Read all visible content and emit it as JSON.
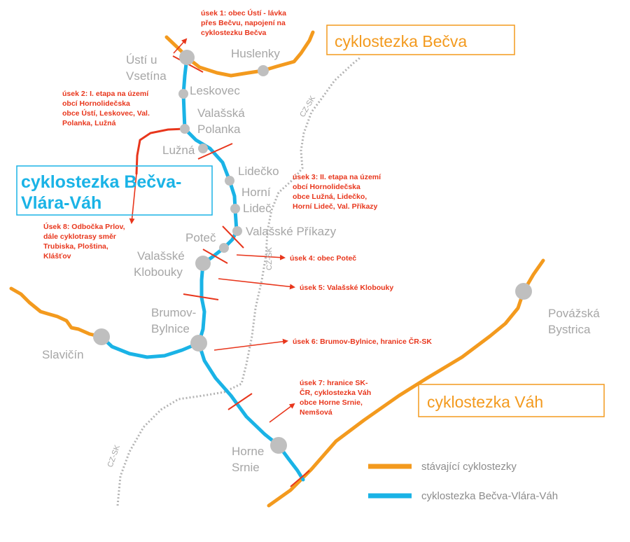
{
  "colors": {
    "existing": "#f39a1e",
    "route": "#1ab3e6",
    "annotation": "#e8361c",
    "town": "#a6a6a6",
    "town_dot": "#bfbfbf",
    "border": "#b3b3b3"
  },
  "boxes": {
    "becva": "cyklostezka Bečva",
    "vah": "cyklostezka Váh",
    "bvv_line1": "cyklostezka Bečva-",
    "bvv_line2": "Vlára-Váh"
  },
  "towns": {
    "usti_1": "Ústí u",
    "usti_2": "Vsetína",
    "huslenky": "Huslenky",
    "leskovec": "Leskovec",
    "polanka_1": "Valašská",
    "polanka_2": "Polanka",
    "luzna": "Lužná",
    "lidecko": "Lidečko",
    "horni_1": "Horní",
    "horni_2": "Lideč",
    "prikazy": "Valašské Příkazy",
    "potec": "Poteč",
    "klobouky_1": "Valašské",
    "klobouky_2": "Klobouky",
    "brumov_1": "Brumov-",
    "brumov_2": "Bylnice",
    "slavicin": "Slavičín",
    "povazska_1": "Povážská",
    "povazska_2": "Bystrica",
    "srnie_1": "Horne",
    "srnie_2": "Srnie"
  },
  "border_label": "CZ-SK",
  "sections": {
    "s1": [
      "úsek 1: obec Ústí - lávka",
      "přes Bečvu, napojení na",
      "cyklostezku Bečva"
    ],
    "s2": [
      "úsek 2: I. etapa na území",
      "obcí Hornolidečska",
      "obce Ústí, Leskovec, Val.",
      "Polanka, Lužná"
    ],
    "s3": [
      "úsek 3: II. etapa na území",
      "obcí Hornolidečska",
      "obce Lužná, Lidečko,",
      "Horní Lideč, Val. Příkazy"
    ],
    "s4": "úsek 4: obec Poteč",
    "s5": "úsek 5: Valašské Klobouky",
    "s6": "úsek 6: Brumov-Bylnice, hranice ČR-SK",
    "s7": [
      "úsek 7: hranice SK-",
      "ČR, cyklostezka Váh",
      "obce Horne Srnie,",
      "Nemšová"
    ],
    "s8": [
      "Úsek 8: Odbočka Prlov,",
      "dále  cyklotrasy směr",
      "Trubiska, Ploština,",
      "Klášťov"
    ]
  },
  "legend": {
    "existing": "stávající cyklostezky",
    "route": "cyklostezka Bečva-Vlára-Váh"
  }
}
